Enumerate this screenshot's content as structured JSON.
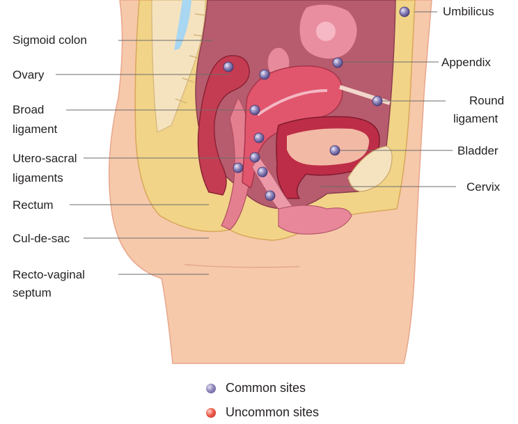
{
  "labels": {
    "umbilicus": "Umbilicus",
    "sigmoid_colon": "Sigmoid colon",
    "ovary": "Ovary",
    "appendix": "Appendix",
    "broad_ligament_1": "Broad",
    "broad_ligament_2": "ligament",
    "round_ligament_1": "Round",
    "round_ligament_2": "ligament",
    "uterosacral_1": "Utero-sacral",
    "uterosacral_2": "ligaments",
    "bladder": "Bladder",
    "rectum": "Rectum",
    "cervix": "Cervix",
    "cul_de_sac": "Cul-de-sac",
    "rectovaginal_1": "Recto-vaginal",
    "rectovaginal_2": "septum"
  },
  "legend": {
    "common": "Common sites",
    "uncommon": "Uncommon sites"
  },
  "colors": {
    "skin": "#f6c9ab",
    "fat": "#f1d488",
    "cavity": "#b5596b",
    "uterus": "#e1566d",
    "common_marker": "#8c84bb",
    "uncommon_marker": "#e8503f"
  }
}
